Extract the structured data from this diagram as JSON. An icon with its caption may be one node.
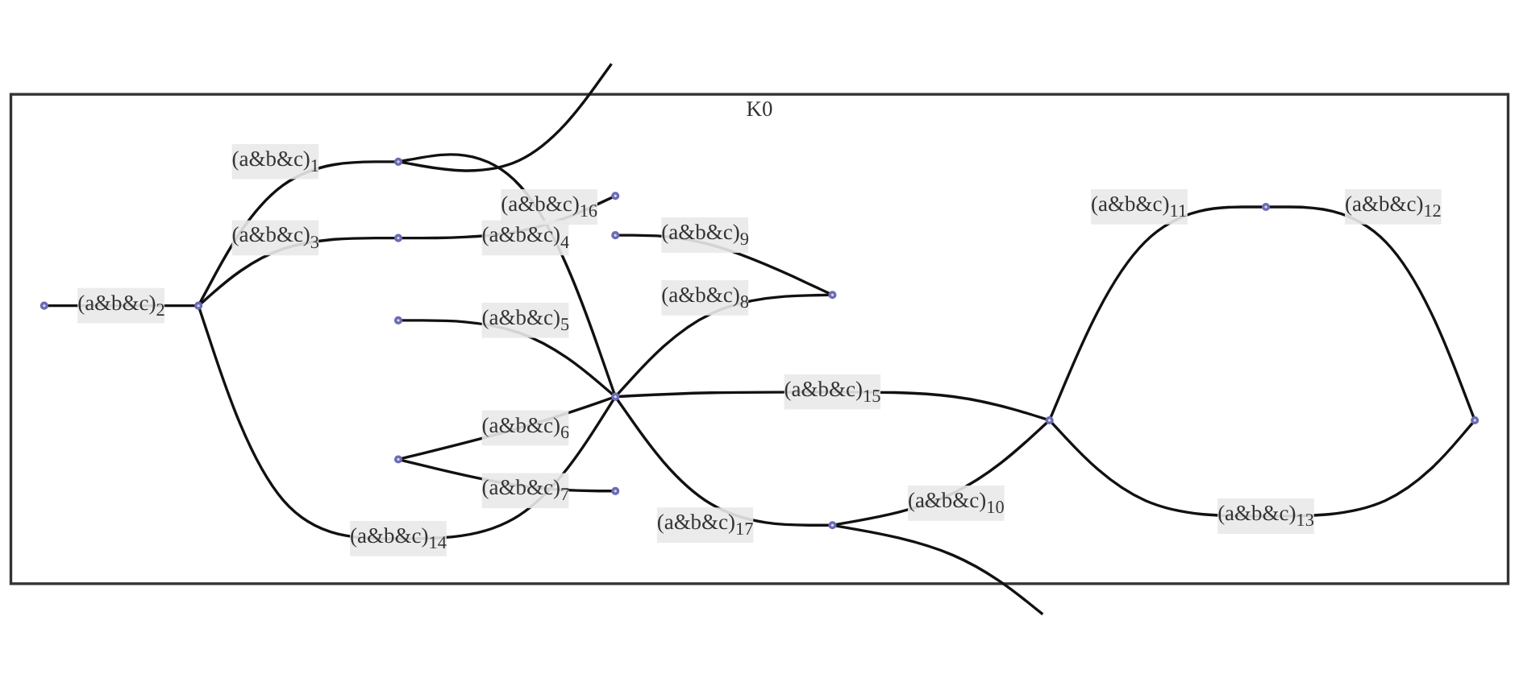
{
  "diagram": {
    "nodes": [
      {
        "text": [
          "K0"
        ]
      },
      {
        "text": [],
        "shape": "circle",
        "in": 0
      },
      {
        "text": [],
        "shape": "circle",
        "in": 0
      },
      {
        "text": [],
        "shape": "circle",
        "in": 0
      },
      {
        "text": [],
        "shape": "circle",
        "in": 0
      },
      {
        "text": [],
        "shape": "circle",
        "in": 0
      },
      {
        "text": [],
        "shape": "circle",
        "in": 0
      },
      {
        "text": [],
        "shape": "circle",
        "in": 0
      },
      {
        "text": [],
        "shape": "circle",
        "in": 0
      },
      {
        "text": [],
        "shape": "circle",
        "in": 0
      },
      {
        "text": [],
        "shape": "circle",
        "in": 0
      },
      {
        "text": [],
        "shape": "circle",
        "in": 0
      },
      {
        "text": [],
        "shape": "circle",
        "in": 0
      },
      {
        "text": [],
        "shape": "circle",
        "in": 0
      },
      {
        "text": [],
        "shape": "circle",
        "in": 0
      },
      {
        "text": [],
        "shape": "circle",
        "in": 0
      }
    ],
    "edges": [
      {
        "from": 2,
        "to": 3,
        "arrow": "none",
        "label": "(a&b&c)$_{1}$"
      },
      {
        "from": 1,
        "to": 2,
        "arrow": "none",
        "label": "(a&b&c)$_{2}$"
      },
      {
        "from": 2,
        "to": 5,
        "arrow": "none",
        "label": "(a&b&c)$_{3}$"
      },
      {
        "from": 5,
        "to": 4,
        "arrow": "none",
        "label": "(a&b&c)$_{4}$"
      },
      {
        "from": 6,
        "to": 9,
        "arrow": "none",
        "label": "(a&b&c)$_{5}$"
      },
      {
        "from": 8,
        "to": 9,
        "arrow": "none",
        "label": "(a&b&c)$_{6}$"
      },
      {
        "from": 8,
        "to": 11,
        "arrow": "none",
        "label": "(a&b&c)$_{7}$"
      },
      {
        "from": 9,
        "to": 10,
        "arrow": "none",
        "label": "(a&b&c)$_{8}$"
      },
      {
        "from": 7,
        "to": 10,
        "arrow": "none",
        "label": "(a&b&c)$_{9}$"
      },
      {
        "from": 14,
        "to": 12,
        "arrow": "none",
        "label": "(a&b&c)$_{10}$"
      },
      {
        "from": 12,
        "to": 15,
        "arrow": "none",
        "label": "(a&b&c)$_{11}$"
      },
      {
        "from": 15,
        "to": 13,
        "arrow": "none",
        "label": "(a&b&c)$_{12}$"
      },
      {
        "from": 12,
        "to": 13,
        "arrow": "none",
        "label": "(a&b&c)$_{13}$"
      },
      {
        "from": 2,
        "to": 9,
        "arrow": "none",
        "label": "(a&b&c)$_{14}$"
      },
      {
        "from": 9,
        "to": 12,
        "arrow": "none",
        "label": "(a&b&c)$_{15}$"
      },
      {
        "from": 3,
        "to": 9,
        "arrow": "none",
        "label": "(a&b&c)$_{16}$"
      },
      {
        "from": 9,
        "to": 14,
        "arrow": "none",
        "label": "(a&b&c)$_{17}$"
      },
      {
        "from": 3,
        "to": null,
        "arrow": "none"
      },
      {
        "from": 14,
        "to": null,
        "arrow": "none"
      }
    ]
  }
}
